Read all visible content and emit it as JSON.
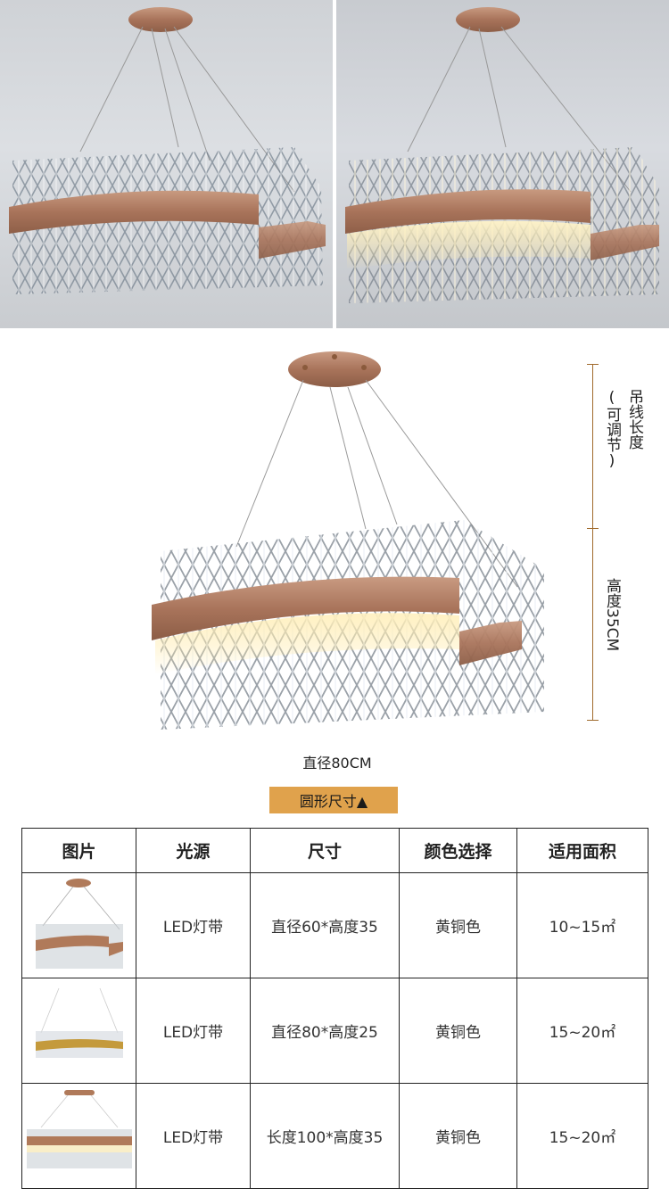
{
  "hero": {
    "photos": [
      {
        "name": "chandelier-unlit-photo",
        "icon": "chandelier-image"
      },
      {
        "name": "chandelier-lit-photo",
        "icon": "chandelier-image"
      }
    ]
  },
  "dimensions": {
    "hang_length_label": "吊线长度",
    "adjustable_label": "(可调节)",
    "height_label": "高度35CM",
    "diameter_label": "直径80CM"
  },
  "shape_badge": "圆形尺寸▲",
  "table": {
    "headers": [
      "图片",
      "光源",
      "尺寸",
      "颜色选择",
      "适用面积"
    ],
    "rows": [
      {
        "source": "LED灯带",
        "size": "直径60*高度35",
        "color": "黄铜色",
        "area": "10~15㎡"
      },
      {
        "source": "LED灯带",
        "size": "直径80*高度25",
        "color": "黄铜色",
        "area": "15~20㎡"
      },
      {
        "source": "LED灯带",
        "size": "长度100*高度35",
        "color": "黄铜色",
        "area": "15~20㎡"
      }
    ]
  },
  "colors": {
    "brass": "#b07a5a",
    "badge": "#e0a24c",
    "dimension_line": "#a06a2c"
  }
}
